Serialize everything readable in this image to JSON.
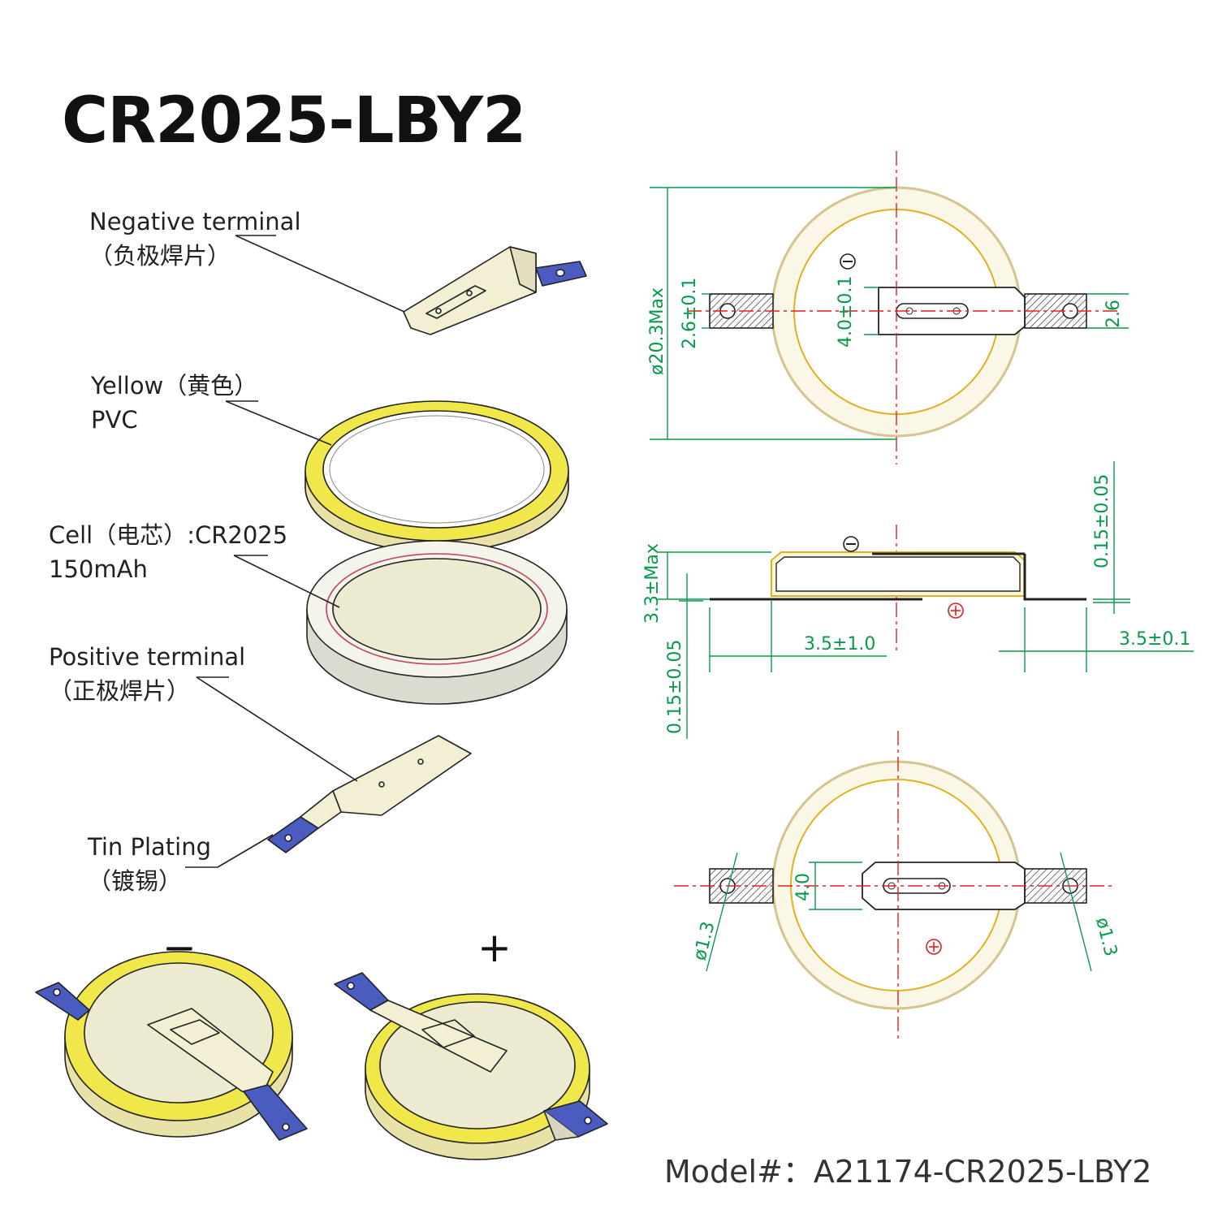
{
  "title": "CR2025-LBY2",
  "labels": {
    "negative_terminal": [
      "Negative terminal",
      "（负极焊片）"
    ],
    "yellow_pvc": [
      "Yellow（黄色）",
      "PVC"
    ],
    "cell": [
      "Cell（电芯）:CR2025",
      "150mAh"
    ],
    "positive_terminal": [
      "Positive terminal",
      "（正极焊片）"
    ],
    "tin_plating": [
      "Tin Plating",
      "（镀锡）"
    ]
  },
  "views": {
    "negative_side": "−",
    "positive_side": "+"
  },
  "dimensions": {
    "diameter": "ø20.3Max",
    "tab_width_left": "2.6±0.1",
    "tab_width_right": "2.6",
    "slot_height": "4.0±0.1",
    "height": "3.3±Max",
    "terminal_thickness_top": "0.15±0.05",
    "terminal_thickness_bottom": "0.15±0.05",
    "offset_left": "3.5±1.0",
    "offset_right": "3.5±0.1",
    "slot_height_bottom": "4.0",
    "hole_left": "ø1.3",
    "hole_right": "ø1.3"
  },
  "model": "Model#：A21174-CR2025-LBY2",
  "colors": {
    "dimension_line": "#0a9a4c",
    "center_line": "#e02020",
    "pvc_yellow": "#f0e84a",
    "cell_cream": "#ecebd0",
    "tin_blue": "#4a5cc0",
    "terminal_cream": "#f3efd2"
  }
}
